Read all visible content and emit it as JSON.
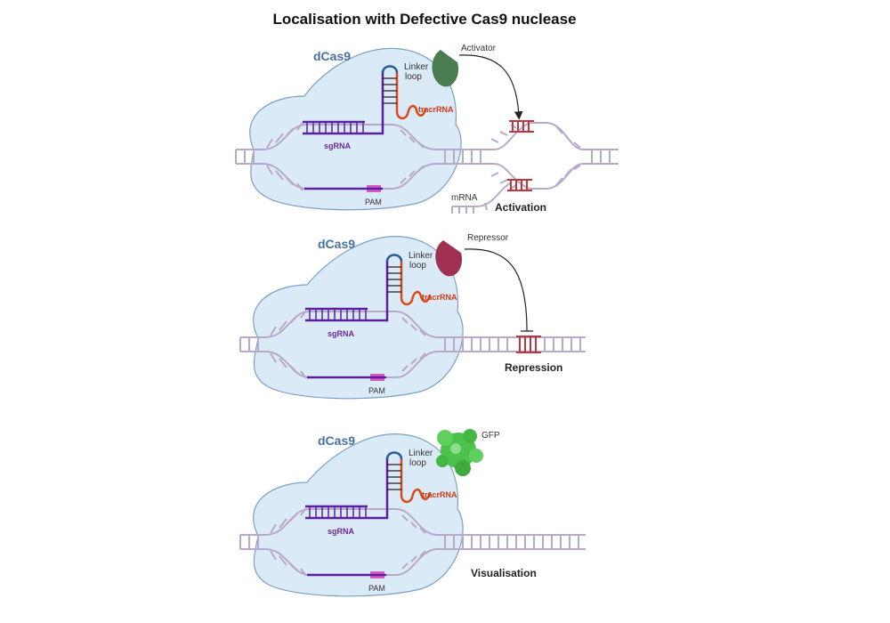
{
  "title": "Localisation with Defective Cas9 nuclease",
  "panels": [
    {
      "protein_label": "dCas9",
      "linker_label_line1": "Linker",
      "linker_label_line2": "loop",
      "tracr_label": "tracrRNA",
      "sgrna_label": "sgRNA",
      "pam_label": "PAM",
      "effector_label": "Activator",
      "effector_color": "#4a7c52",
      "extra_label": "mRNA",
      "outcome_label": "Activation"
    },
    {
      "protein_label": "dCas9",
      "linker_label_line1": "Linker",
      "linker_label_line2": "loop",
      "tracr_label": "tracrRNA",
      "sgrna_label": "sgRNA",
      "pam_label": "PAM",
      "effector_label": "Repressor",
      "effector_color": "#a03050",
      "outcome_label": "Repression"
    },
    {
      "protein_label": "dCas9",
      "linker_label_line1": "Linker",
      "linker_label_line2": "loop",
      "tracr_label": "tracrRNA",
      "sgrna_label": "sgRNA",
      "pam_label": "PAM",
      "effector_label": "GFP",
      "effector_color": "#4cc24c",
      "outcome_label": "Visualisation"
    }
  ],
  "colors": {
    "protein_fill": "#dbeaf7",
    "protein_stroke": "#7d9fc4",
    "dna": "#b8a9c9",
    "sgrna": "#5b1fa0",
    "tracrrna": "#d9481a",
    "linker": "#2a5a9a",
    "pam": "#d63fb8",
    "target_site": "#c0363f"
  }
}
